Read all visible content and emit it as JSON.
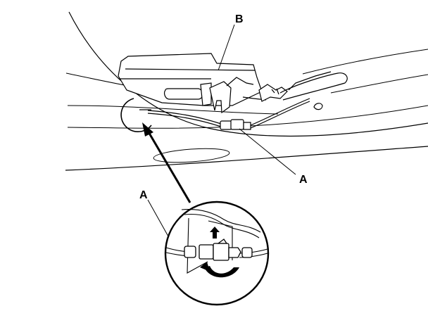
{
  "labels": {
    "callout_b": "B",
    "callout_a_connector": "A",
    "callout_a_detail": "A"
  },
  "colors": {
    "line": "#000000",
    "background": "#ffffff"
  },
  "icons": {
    "motion_up": "arrow-up-icon",
    "motion_rotate": "rotate-arrow-icon"
  }
}
